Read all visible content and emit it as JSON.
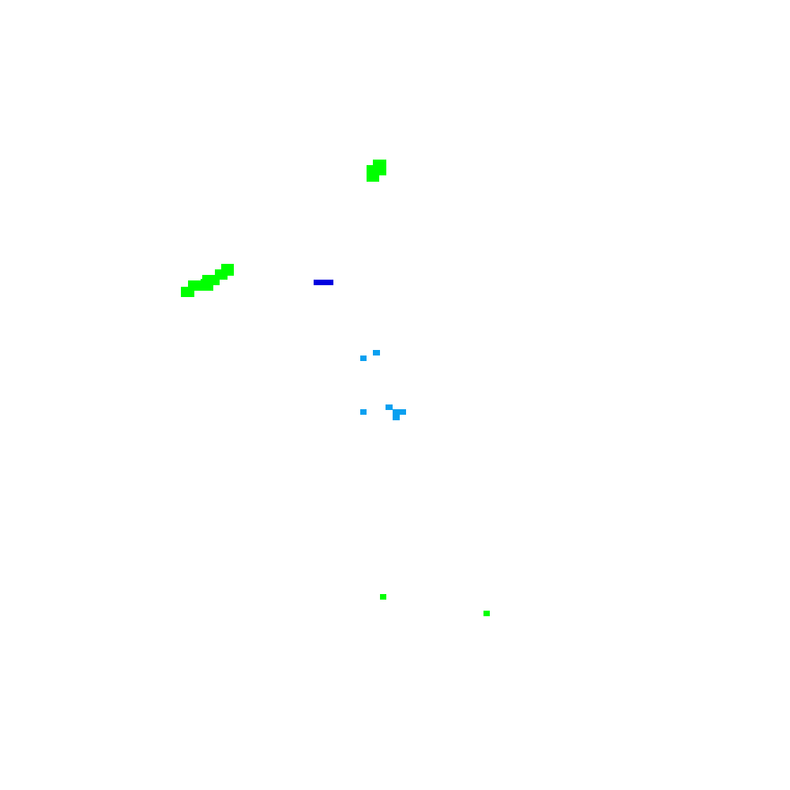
{
  "background": "#ffffff",
  "palette": {
    "green": "#00ff00",
    "blue": "#0000e0",
    "light_blue": "#0aa0f0"
  },
  "clusters": [
    {
      "name": "green-blob-top",
      "color": "green"
    },
    {
      "name": "green-diagonal-streak",
      "color": "green"
    },
    {
      "name": "blue-dash",
      "color": "blue"
    },
    {
      "name": "light-blue-dots-upper",
      "color": "light_blue"
    },
    {
      "name": "light-blue-dots-lower",
      "color": "light_blue"
    },
    {
      "name": "green-dot-lower-left",
      "color": "green"
    },
    {
      "name": "green-dot-lower-right",
      "color": "green"
    }
  ]
}
